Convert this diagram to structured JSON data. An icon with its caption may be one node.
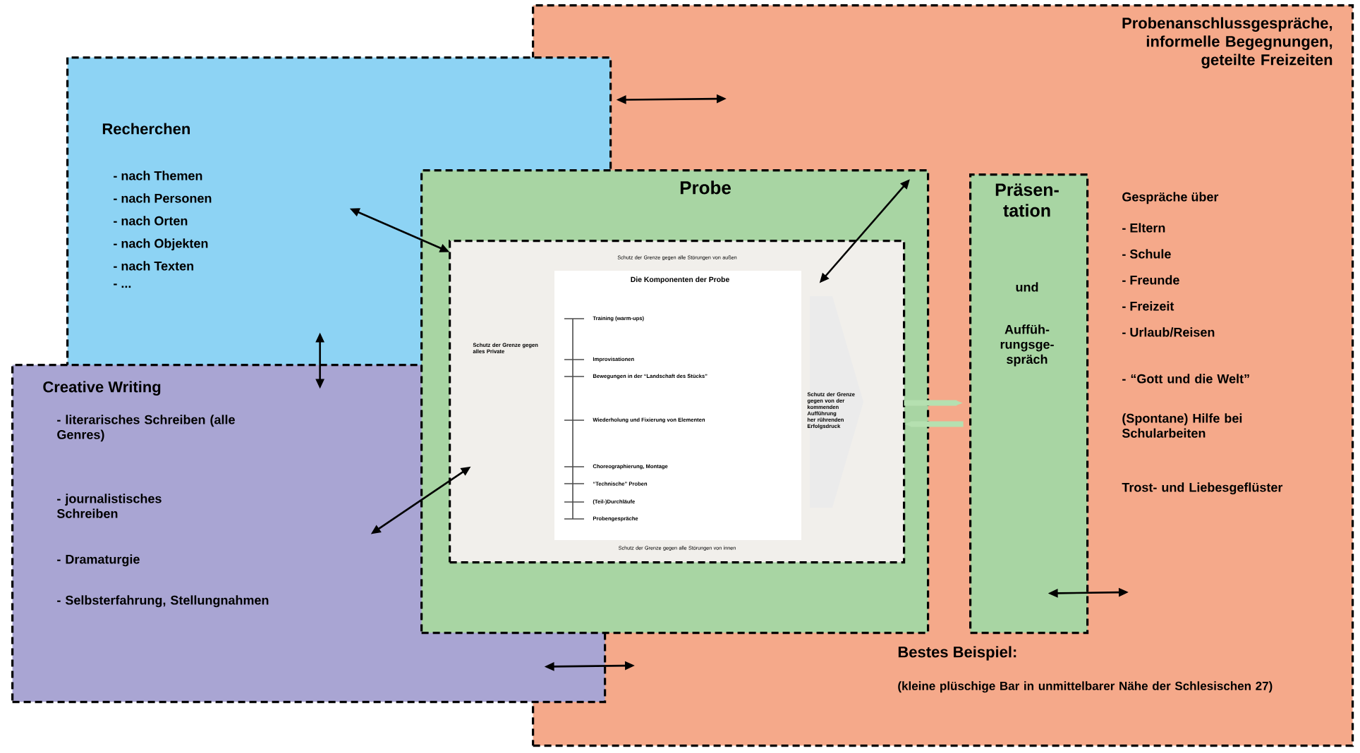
{
  "diagram": {
    "nodes": [
      {
        "text": [
          "Recherchen",
          "- nach Themen",
          "- nach Personen",
          "- nach Orten",
          "- nach Objekten",
          "- nach Texten",
          "- ..."
        ]
      },
      {
        "text": [
          "Creative Writing",
          "- literarisches Schreiben (alle Genres)",
          "- journalistisches Schreiben",
          "- Dramaturgie",
          "- Selbsterfahrung, Stellungnahmen"
        ]
      },
      {
        "text": [
          "Probenanschlussgespräche, informelle Begegnungen, geteilte Freizeiten",
          "Gespräche über",
          "- Eltern",
          "- Schule",
          "- Freunde",
          "- Freizeit",
          "- Urlaub/Reisen",
          "- “Gott und die Welt”",
          "(Spontane) Hilfe bei Schularbeiten",
          "Trost- und Liebesgeflüster",
          "Bestes Beispiel:",
          "(kleine plüschige Bar in unmittelbarer Nähe der Schlesischen 27)"
        ]
      },
      {
        "text": [
          "Probe"
        ]
      },
      {
        "text": [
          "Schutz der Grenze gegen alle Störungen von außen",
          "Die Komponenten der Probe",
          "Training (warm-ups)",
          "Improvisationen",
          "Bewegungen in der “Landschaft des Stücks”",
          "Wiederholung und Fixierung von Elementen",
          "Choreographierung, Montage",
          "“Technische” Proben",
          "(Teil-)Durchläufe",
          "Probengespräche",
          "Schutz der Grenze gegen alles Private",
          "Schutz der Grenze gegen von der kommenden Aufführung her rührenden Erfolgsdruck",
          "Schutz der Grenze gegen alle Störungen von innen"
        ],
        "in": 3
      },
      {
        "text": [
          "Präsen-tation",
          "und",
          "Auffüh-rungsge-spräch"
        ],
        "in": 2
      }
    ],
    "edges": [
      {
        "from": 0,
        "to": null,
        "arrow": "both"
      },
      {
        "from": 4,
        "to": null,
        "arrow": "both"
      },
      {
        "from": 0,
        "to": 4,
        "arrow": "both"
      },
      {
        "from": 0,
        "to": 1,
        "arrow": "both"
      },
      {
        "from": 1,
        "to": 4,
        "arrow": "both"
      },
      {
        "from": 1,
        "to": null,
        "arrow": "both"
      },
      {
        "from": 5,
        "to": null,
        "arrow": "both"
      },
      {
        "from": 4,
        "to": 5,
        "arrow": "to",
        "style": "thick",
        "color": "#b5e0b0"
      },
      {
        "from": 5,
        "to": 4,
        "arrow": "to",
        "style": "thick",
        "color": "#b5e0b0"
      }
    ]
  }
}
